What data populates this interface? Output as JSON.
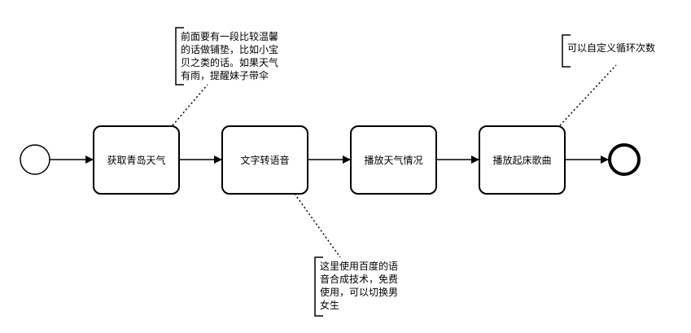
{
  "diagram": {
    "tasks": [
      {
        "id": "t1",
        "label": "获取青岛天气"
      },
      {
        "id": "t2",
        "label": "文字转语音"
      },
      {
        "id": "t3",
        "label": "播放天气情况"
      },
      {
        "id": "t4",
        "label": "播放起床歌曲"
      }
    ],
    "annotations": [
      {
        "id": "a1",
        "text": "前面要有一段比较温馨\n的话做铺垫，比如小宝\n贝之类的话。如果天气\n有雨，提醒妹子带伞"
      },
      {
        "id": "a2",
        "text": "这里使用百度的语\n音合成技术，免费\n使用，可以切换男\n女生"
      },
      {
        "id": "a3",
        "text": "可以自定义循环次数"
      }
    ]
  }
}
